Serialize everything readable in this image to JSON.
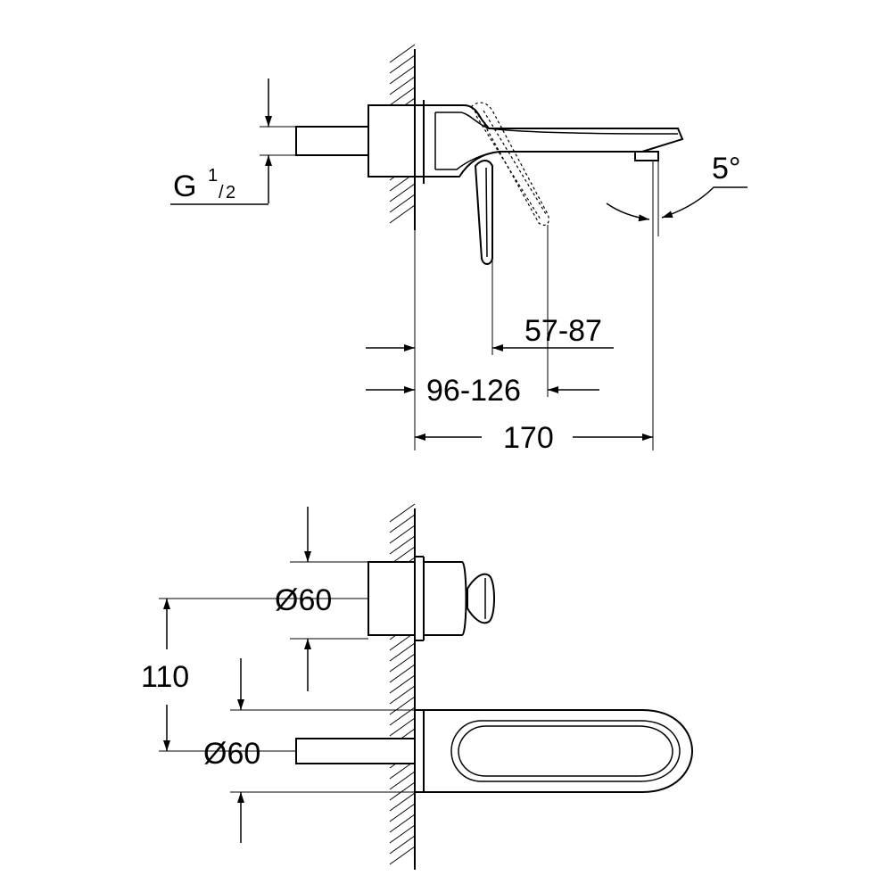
{
  "dimensions": {
    "thread_main": "G",
    "thread_num": "1",
    "thread_den": "2",
    "lever_throw": "57-87",
    "body_depth": "96-126",
    "spout_length": "170",
    "spout_angle": "5°",
    "rosette_upper": "Ø60",
    "rosette_lower": "Ø60",
    "center_distance": "110"
  }
}
